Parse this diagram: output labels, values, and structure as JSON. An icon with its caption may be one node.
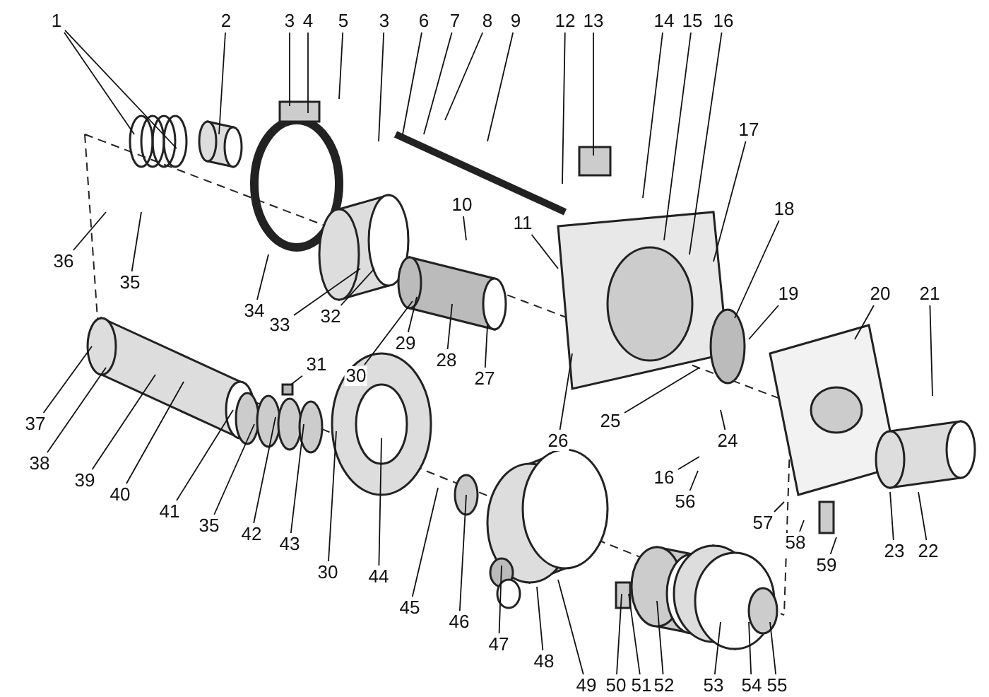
{
  "diagram": {
    "nodes": [
      {
        "text": [
          "1"
        ]
      },
      {
        "text": [
          "2"
        ]
      },
      {
        "text": [
          "3"
        ]
      },
      {
        "text": [
          "4"
        ]
      },
      {
        "text": [
          "5"
        ]
      },
      {
        "text": [
          "3"
        ]
      },
      {
        "text": [
          "6"
        ]
      },
      {
        "text": [
          "7"
        ]
      },
      {
        "text": [
          "8"
        ]
      },
      {
        "text": [
          "9"
        ]
      },
      {
        "text": [
          "12"
        ]
      },
      {
        "text": [
          "13"
        ]
      },
      {
        "text": [
          "14"
        ]
      },
      {
        "text": [
          "15"
        ]
      },
      {
        "text": [
          "16"
        ]
      },
      {
        "text": [
          "17"
        ]
      },
      {
        "text": [
          "10"
        ]
      },
      {
        "text": [
          "11"
        ]
      },
      {
        "text": [
          "18"
        ]
      },
      {
        "text": [
          "36"
        ]
      },
      {
        "text": [
          "35"
        ]
      },
      {
        "text": [
          "34"
        ]
      },
      {
        "text": [
          "19"
        ]
      },
      {
        "text": [
          "20"
        ]
      },
      {
        "text": [
          "21"
        ]
      },
      {
        "text": [
          "33"
        ]
      },
      {
        "text": [
          "32"
        ]
      },
      {
        "text": [
          "29"
        ]
      },
      {
        "text": [
          "28"
        ]
      },
      {
        "text": [
          "27"
        ]
      },
      {
        "text": [
          "31"
        ]
      },
      {
        "text": [
          "30"
        ]
      },
      {
        "text": [
          "37"
        ]
      },
      {
        "text": [
          "38"
        ]
      },
      {
        "text": [
          "26"
        ]
      },
      {
        "text": [
          "25"
        ]
      },
      {
        "text": [
          "24"
        ]
      },
      {
        "text": [
          "39"
        ]
      },
      {
        "text": [
          "40"
        ]
      },
      {
        "text": [
          "16"
        ]
      },
      {
        "text": [
          "56"
        ]
      },
      {
        "text": [
          "41"
        ]
      },
      {
        "text": [
          "35"
        ]
      },
      {
        "text": [
          "42"
        ]
      },
      {
        "text": [
          "43"
        ]
      },
      {
        "text": [
          "30"
        ]
      },
      {
        "text": [
          "44"
        ]
      },
      {
        "text": [
          "57"
        ]
      },
      {
        "text": [
          "58"
        ]
      },
      {
        "text": [
          "23"
        ]
      },
      {
        "text": [
          "22"
        ]
      },
      {
        "text": [
          "59"
        ]
      },
      {
        "text": [
          "45"
        ]
      },
      {
        "text": [
          "46"
        ]
      },
      {
        "text": [
          "47"
        ]
      },
      {
        "text": [
          "48"
        ]
      },
      {
        "text": [
          "49"
        ]
      },
      {
        "text": [
          "50"
        ]
      },
      {
        "text": [
          "51"
        ]
      },
      {
        "text": [
          "52"
        ]
      },
      {
        "text": [
          "53"
        ]
      },
      {
        "text": [
          "54"
        ]
      },
      {
        "text": [
          "55"
        ]
      }
    ],
    "edges": [
      {
        "from": 0,
        "to": null,
        "arrow": "none"
      },
      {
        "from": 0,
        "to": null,
        "arrow": "none"
      },
      {
        "from": 1,
        "to": null,
        "arrow": "none"
      },
      {
        "from": 2,
        "to": null,
        "arrow": "none"
      },
      {
        "from": 3,
        "to": null,
        "arrow": "none"
      },
      {
        "from": 4,
        "to": null,
        "arrow": "none"
      },
      {
        "from": 5,
        "to": null,
        "arrow": "none"
      },
      {
        "from": 6,
        "to": null,
        "arrow": "none"
      },
      {
        "from": 7,
        "to": null,
        "arrow": "none"
      },
      {
        "from": 8,
        "to": null,
        "arrow": "none"
      },
      {
        "from": 9,
        "to": null,
        "arrow": "none"
      },
      {
        "from": 10,
        "to": null,
        "arrow": "none"
      },
      {
        "from": 11,
        "to": null,
        "arrow": "none"
      },
      {
        "from": 12,
        "to": null,
        "arrow": "none"
      },
      {
        "from": 13,
        "to": null,
        "arrow": "none"
      },
      {
        "from": 14,
        "to": null,
        "arrow": "none"
      },
      {
        "from": 15,
        "to": null,
        "arrow": "none"
      },
      {
        "from": 16,
        "to": null,
        "arrow": "none"
      },
      {
        "from": 17,
        "to": null,
        "arrow": "none"
      },
      {
        "from": 18,
        "to": null,
        "arrow": "none"
      },
      {
        "from": 19,
        "to": null,
        "arrow": "none"
      },
      {
        "from": 20,
        "to": null,
        "arrow": "none"
      },
      {
        "from": 21,
        "to": null,
        "arrow": "none"
      },
      {
        "from": 22,
        "to": null,
        "arrow": "none"
      },
      {
        "from": 23,
        "to": null,
        "arrow": "none"
      },
      {
        "from": 24,
        "to": null,
        "arrow": "none"
      },
      {
        "from": 25,
        "to": null,
        "arrow": "none"
      },
      {
        "from": 26,
        "to": null,
        "arrow": "none"
      },
      {
        "from": 27,
        "to": null,
        "arrow": "none"
      },
      {
        "from": 28,
        "to": null,
        "arrow": "none"
      },
      {
        "from": 29,
        "to": null,
        "arrow": "none"
      },
      {
        "from": 30,
        "to": null,
        "arrow": "none"
      },
      {
        "from": 31,
        "to": null,
        "arrow": "none"
      },
      {
        "from": 32,
        "to": null,
        "arrow": "none"
      },
      {
        "from": 33,
        "to": null,
        "arrow": "none"
      },
      {
        "from": 34,
        "to": null,
        "arrow": "none"
      },
      {
        "from": 35,
        "to": null,
        "arrow": "none"
      },
      {
        "from": 36,
        "to": null,
        "arrow": "none"
      },
      {
        "from": 37,
        "to": null,
        "arrow": "none"
      },
      {
        "from": 38,
        "to": null,
        "arrow": "none"
      },
      {
        "from": 39,
        "to": null,
        "arrow": "none"
      },
      {
        "from": 40,
        "to": null,
        "arrow": "none"
      },
      {
        "from": 41,
        "to": null,
        "arrow": "none"
      },
      {
        "from": 42,
        "to": null,
        "arrow": "none"
      },
      {
        "from": 43,
        "to": null,
        "arrow": "none"
      },
      {
        "from": 44,
        "to": null,
        "arrow": "none"
      },
      {
        "from": 45,
        "to": null,
        "arrow": "none"
      },
      {
        "from": 46,
        "to": null,
        "arrow": "none"
      },
      {
        "from": 47,
        "to": null,
        "arrow": "none"
      },
      {
        "from": 48,
        "to": null,
        "arrow": "none"
      },
      {
        "from": 49,
        "to": null,
        "arrow": "none"
      },
      {
        "from": 50,
        "to": null,
        "arrow": "none"
      },
      {
        "from": 51,
        "to": null,
        "arrow": "none"
      },
      {
        "from": 52,
        "to": null,
        "arrow": "none"
      },
      {
        "from": 53,
        "to": null,
        "arrow": "none"
      },
      {
        "from": 54,
        "to": null,
        "arrow": "none"
      },
      {
        "from": 55,
        "to": null,
        "arrow": "none"
      },
      {
        "from": 56,
        "to": null,
        "arrow": "none"
      },
      {
        "from": 57,
        "to": null,
        "arrow": "none"
      },
      {
        "from": 58,
        "to": null,
        "arrow": "none"
      },
      {
        "from": 59,
        "to": null,
        "arrow": "none"
      },
      {
        "from": 60,
        "to": null,
        "arrow": "none"
      },
      {
        "from": 61,
        "to": null,
        "arrow": "none"
      },
      {
        "from": 62,
        "to": null,
        "arrow": "none"
      }
    ]
  }
}
